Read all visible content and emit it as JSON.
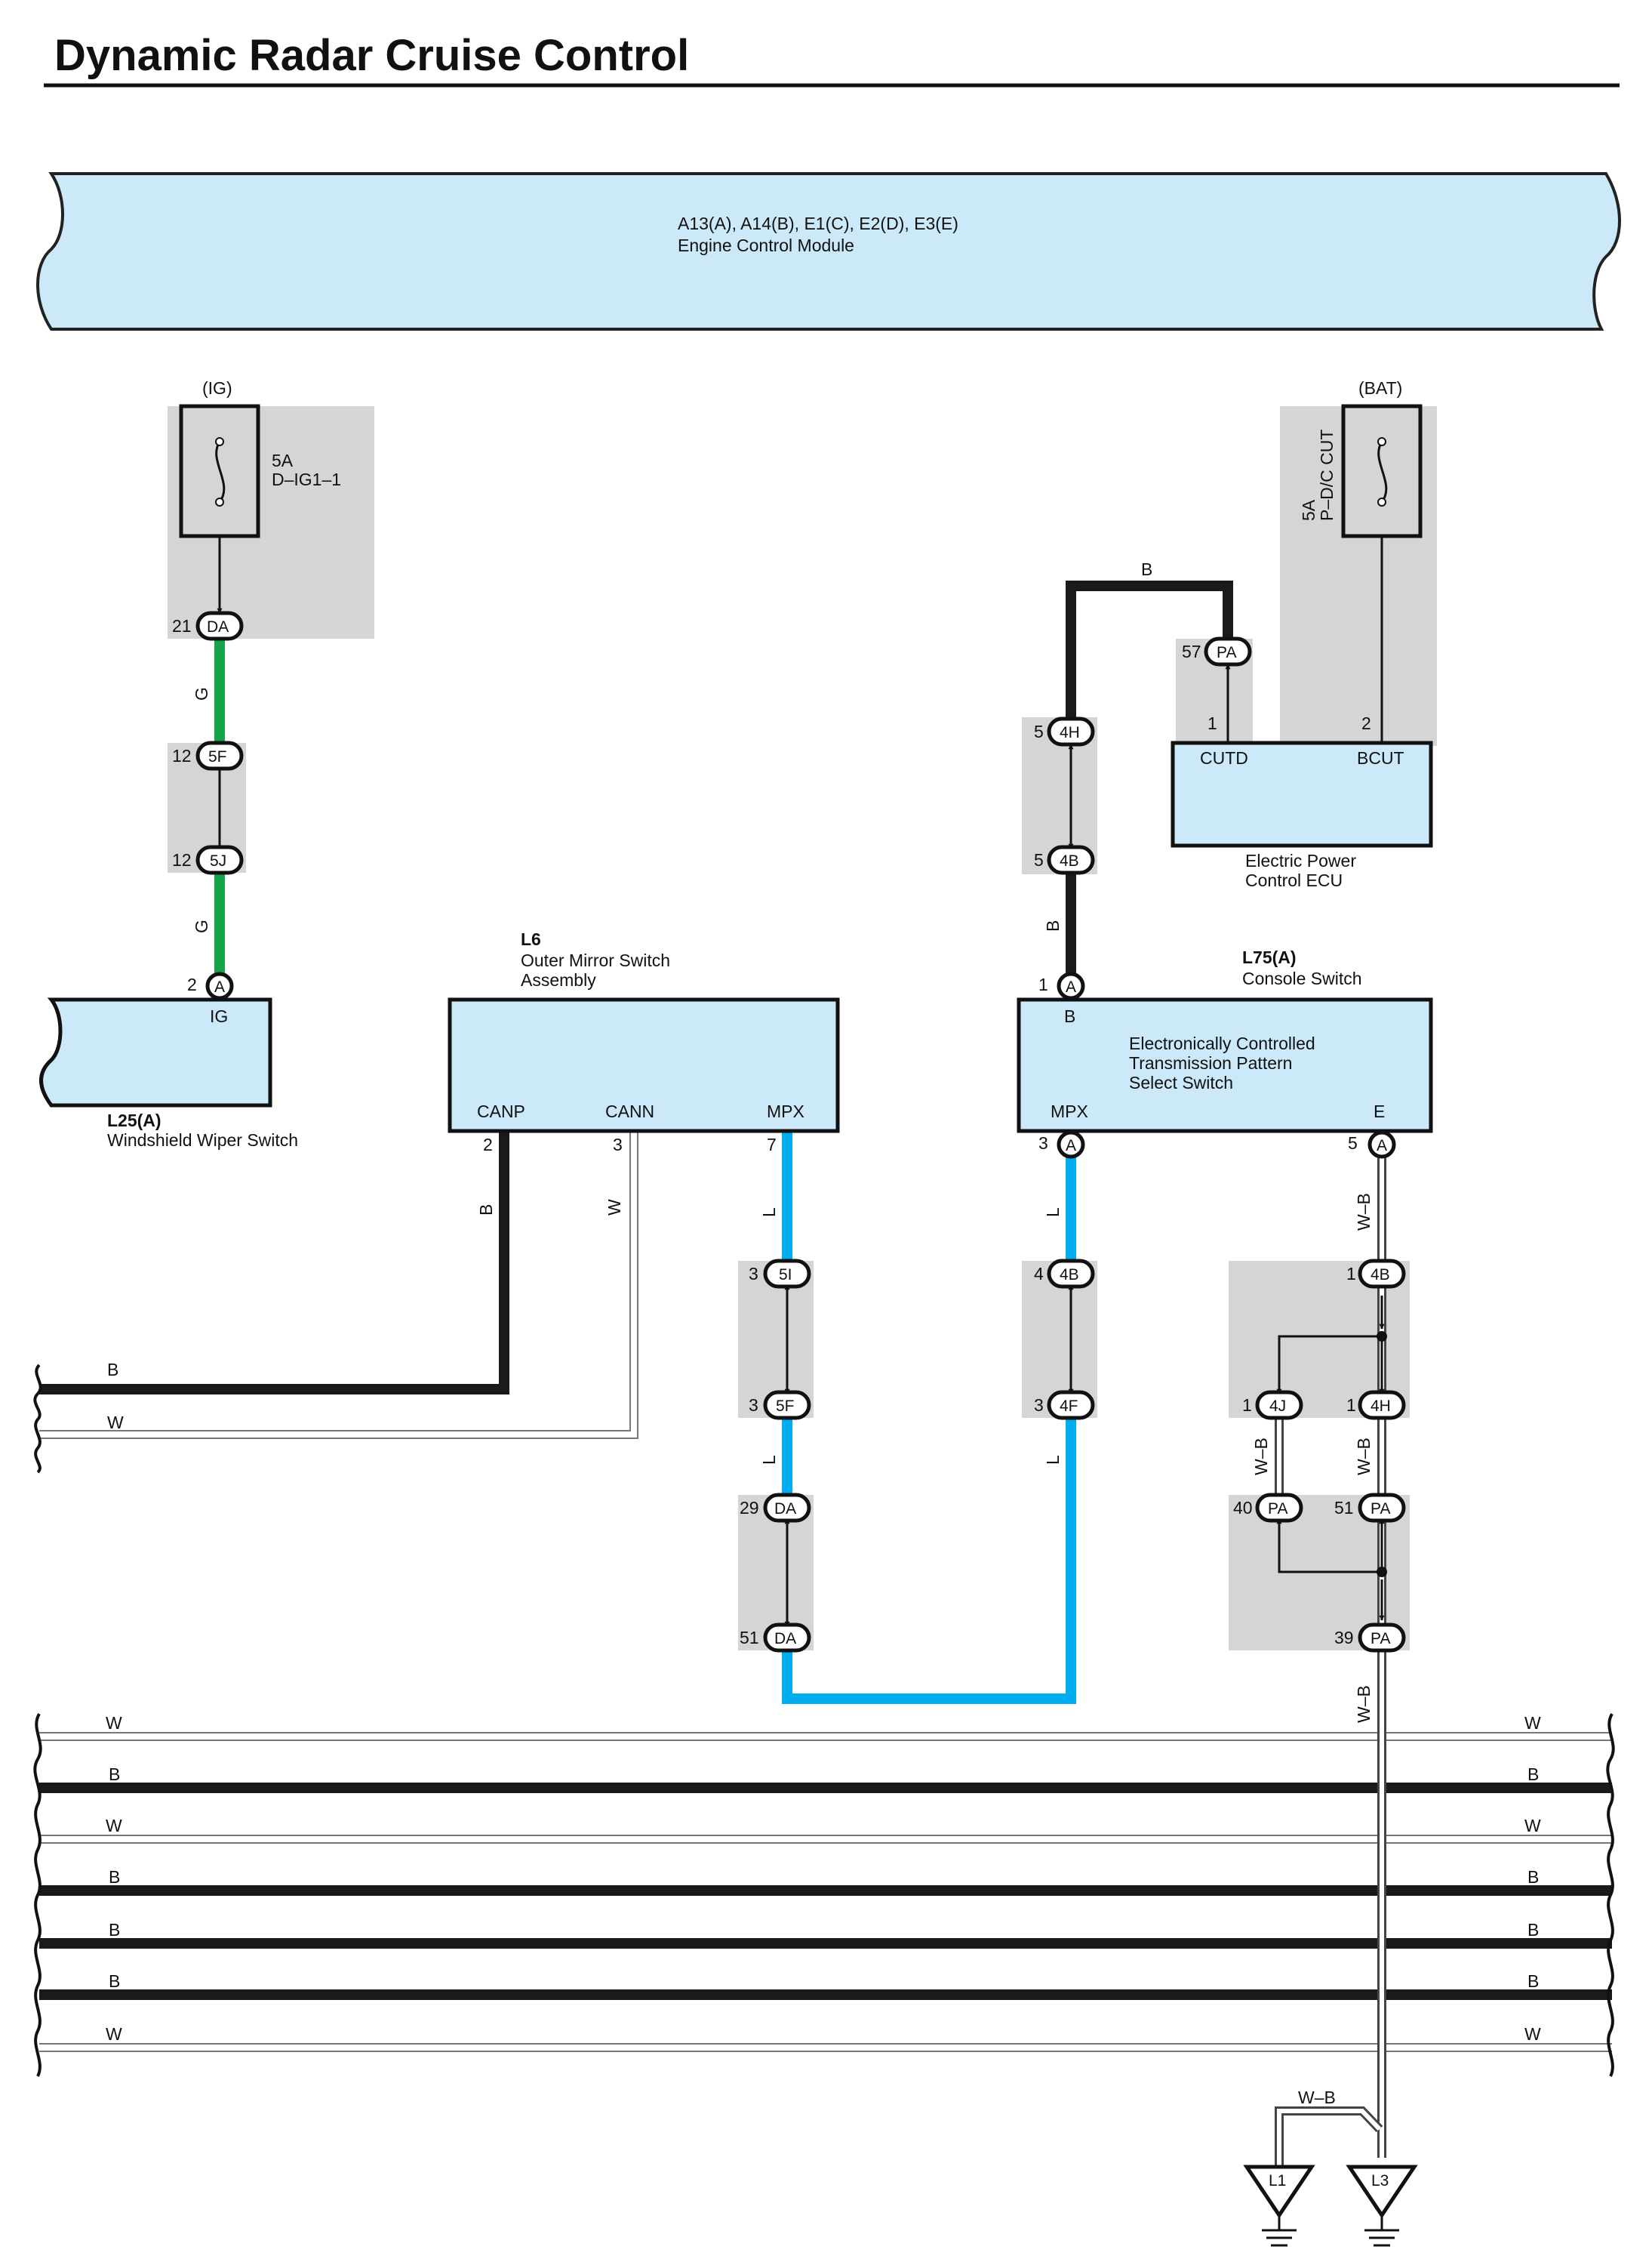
{
  "title": "Dynamic Radar Cruise Control",
  "colors": {
    "component_fill": "#cce9f9",
    "splice_gray": "#d4d5d7",
    "wire_green": "#16a34a",
    "wire_blue": "#00aeef",
    "wire_black": "#1a1a1a",
    "wire_white_outline": "#8a8a8a"
  },
  "ecm": {
    "refs": "A13(A), A14(B), E1(C), E2(D), E3(E)",
    "name": "Engine Control Module"
  },
  "fuse_ig": {
    "supply": "(IG)",
    "rating": "5A",
    "name": "D–IG1–1"
  },
  "fuse_bat": {
    "supply": "(BAT)",
    "rating": "5A",
    "name": "P–D/C CUT"
  },
  "epc_ecu": {
    "name_line1": "Electric Power",
    "name_line2": "Control ECU",
    "pin_cutd": "CUTD",
    "pin_bcut": "BCUT",
    "num_cutd": "1",
    "num_bcut": "2"
  },
  "wiper_switch": {
    "ref": "L25(A)",
    "name": "Windshield Wiper Switch",
    "pin": "IG",
    "pin_num": "2",
    "connector": "A"
  },
  "mirror_switch": {
    "ref": "L6",
    "name_line1": "Outer Mirror Switch",
    "name_line2": "Assembly",
    "pin_canp": "CANP",
    "pin_cann": "CANN",
    "pin_mpx": "MPX",
    "num_canp": "2",
    "num_cann": "3",
    "num_mpx": "7"
  },
  "console_switch": {
    "ref": "L75(A)",
    "name": "Console Switch",
    "desc_line1": "Electronically Controlled",
    "desc_line2": "Transmission Pattern",
    "desc_line3": "Select Switch",
    "pin_b": "B",
    "pin_mpx": "MPX",
    "pin_e": "E",
    "num_b": "1",
    "num_mpx": "3",
    "num_e": "5",
    "connector": "A"
  },
  "wire_colors": {
    "G": "G",
    "B": "B",
    "W": "W",
    "L": "L",
    "WB": "W–B"
  },
  "connectors": {
    "da_fuse": {
      "num": "21",
      "code": "DA"
    },
    "5f_g": {
      "num": "12",
      "code": "5F"
    },
    "5j_g": {
      "num": "12",
      "code": "5J"
    },
    "pa_57": {
      "num": "57",
      "code": "PA"
    },
    "4h_5": {
      "num": "5",
      "code": "4H"
    },
    "4b_5": {
      "num": "5",
      "code": "4B"
    },
    "5i_3": {
      "num": "3",
      "code": "5I"
    },
    "5f_3": {
      "num": "3",
      "code": "5F"
    },
    "da_29": {
      "num": "29",
      "code": "DA"
    },
    "da_51": {
      "num": "51",
      "code": "DA"
    },
    "4b_4": {
      "num": "4",
      "code": "4B"
    },
    "4f_3": {
      "num": "3",
      "code": "4F"
    },
    "4b_1": {
      "num": "1",
      "code": "4B"
    },
    "4j_1": {
      "num": "1",
      "code": "4J"
    },
    "4h_1": {
      "num": "1",
      "code": "4H"
    },
    "pa_40": {
      "num": "40",
      "code": "PA"
    },
    "pa_51": {
      "num": "51",
      "code": "PA"
    },
    "pa_39": {
      "num": "39",
      "code": "PA"
    }
  },
  "grounds": [
    {
      "label": "L1"
    },
    {
      "label": "L3"
    }
  ]
}
